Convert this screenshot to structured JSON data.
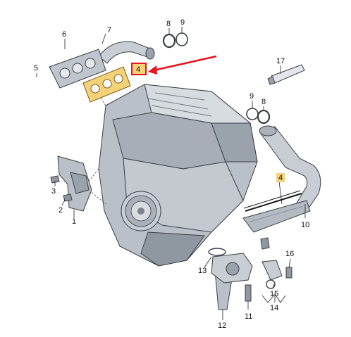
{
  "diagram": {
    "callouts": {
      "c1": "1",
      "c2": "2",
      "c3": "3",
      "c4a": "4",
      "c4b": "4",
      "c5": "5",
      "c6": "6",
      "c7": "7",
      "c8a": "8",
      "c8b": "8",
      "c9a": "9",
      "c9b": "9",
      "c10": "10",
      "c11": "11",
      "c12": "12",
      "c13": "13",
      "c14": "14",
      "c15": "15",
      "c16": "16",
      "c17": "17"
    },
    "highlight": {
      "box_color": "#e8141b",
      "arrow_color": "#e8141b",
      "gasket_color": "#f4d27a"
    }
  }
}
